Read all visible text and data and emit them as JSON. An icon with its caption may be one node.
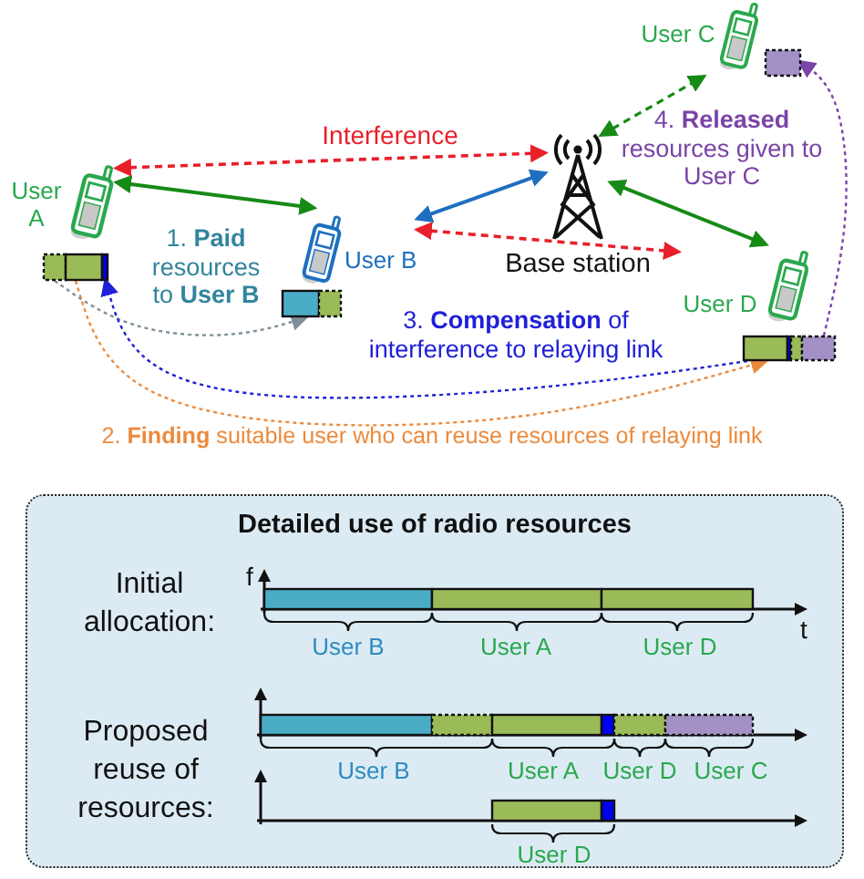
{
  "diagram": {
    "nodes": [
      {
        "text": [
          "User A"
        ]
      },
      {
        "text": [
          "User B"
        ]
      },
      {
        "text": [],
        "shape": "tower",
        "beside": [
          "Base station"
        ]
      },
      {
        "text": [
          "User C"
        ]
      },
      {
        "text": [
          "User D"
        ]
      },
      {
        "text": [],
        "shape": "bar"
      },
      {
        "text": [],
        "shape": "bar"
      },
      {
        "text": [],
        "shape": "bar"
      },
      {
        "text": [],
        "shape": "bar"
      },
      {
        "text": [
          "Detailed use of radio resources"
        ]
      }
    ],
    "edges": [
      {
        "from": 0,
        "to": 1,
        "arrow": "both",
        "color": "#168a16"
      },
      {
        "from": 1,
        "to": 2,
        "arrow": "both",
        "color": "#1e6fc0"
      },
      {
        "from": 0,
        "to": 2,
        "arrow": "both",
        "label": "Interference",
        "style": "dashed",
        "color": "#e8202a"
      },
      {
        "from": 1,
        "to": 4,
        "arrow": "both",
        "style": "dashed",
        "color": "#e8202a"
      },
      {
        "from": 2,
        "to": 4,
        "arrow": "both",
        "color": "#168a16"
      },
      {
        "from": 2,
        "to": 3,
        "arrow": "both",
        "style": "dashed",
        "color": "#168a16"
      },
      {
        "from": 5,
        "to": 6,
        "arrow": "to",
        "label": "1. **Paid** resources to **User B**",
        "style": "dashed",
        "color": "#7f8f99"
      },
      {
        "from": 8,
        "to": 5,
        "arrow": "to",
        "label": "3. **Compensation** of interference to relaying link",
        "style": "dashed",
        "color": "#2020d8"
      },
      {
        "from": 5,
        "to": 8,
        "arrow": "to",
        "label": "2. **Finding** suitable user who can reuse resources of relaying link",
        "style": "dashed",
        "color": "#ec8a3c"
      },
      {
        "from": 8,
        "to": 7,
        "arrow": "to",
        "label": "4. **Released** resources given to User C",
        "style": "dashed",
        "color": "#7a44a8"
      }
    ],
    "labels": [
      "f",
      "Initial allocation:",
      "t",
      "User B",
      "User A",
      "User D",
      "Proposed reuse of resources:",
      "User B",
      "User A",
      "User D",
      "User C",
      "User D"
    ]
  }
}
